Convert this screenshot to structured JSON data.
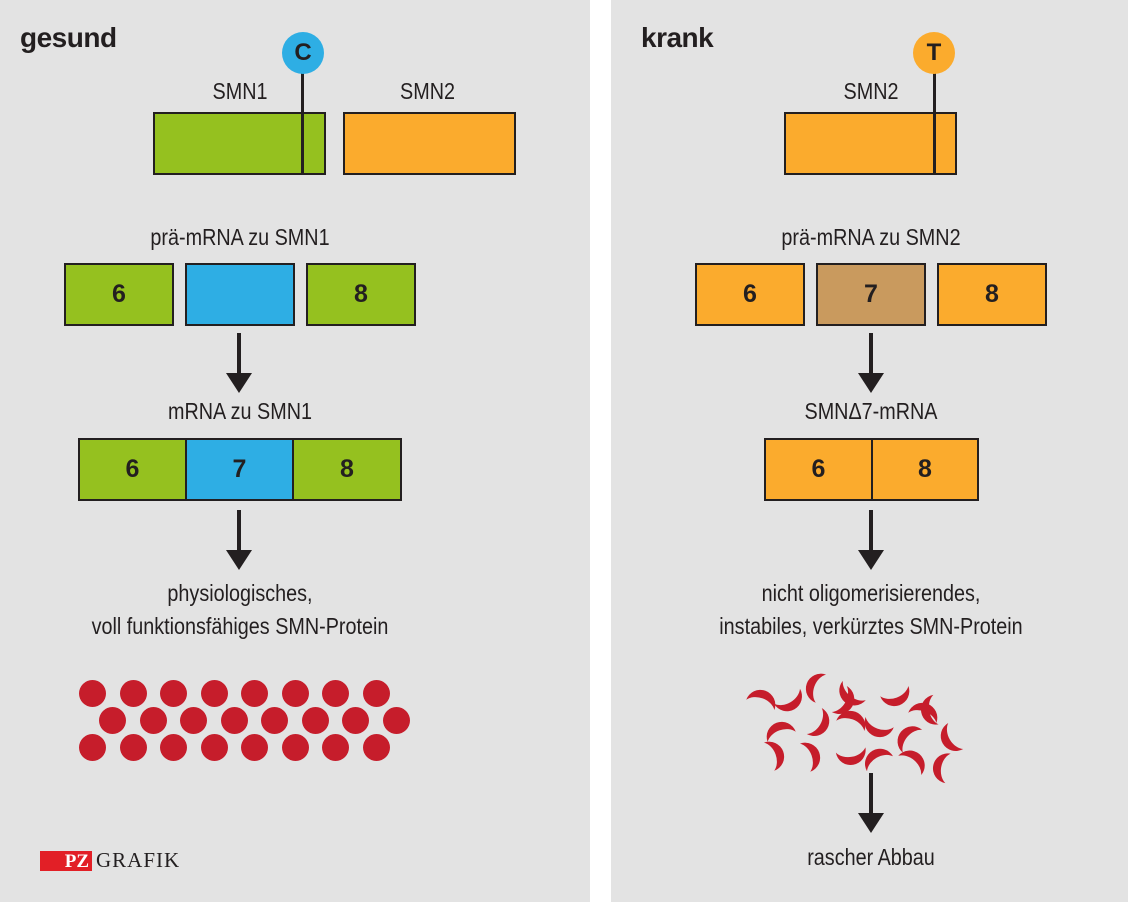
{
  "colors": {
    "background": "#e3e3e3",
    "divider": "#ffffff",
    "exon_smn1": "#95c11f",
    "exon_smn2": "#fbab2d",
    "exon7_smn1": "#2eaee4",
    "exon7_smn2": "#c99a5e",
    "protein": "#c61d2b",
    "text": "#231f20",
    "logo_red": "#e21f26"
  },
  "healthy": {
    "title": "gesund",
    "nucleotide": "C",
    "genes": [
      {
        "label": "SMN1",
        "color": "green",
        "has_marker": true
      },
      {
        "label": "SMN2",
        "color": "orange",
        "has_marker": false
      }
    ],
    "pre_mrna_label": "prä-mRNA zu SMN1",
    "pre_mrna_exons": [
      "6",
      "",
      "8"
    ],
    "mrna_label": "mRNA zu SMN1",
    "mrna_exons": [
      "6",
      "7",
      "8"
    ],
    "protein_label_line1": "physiologisches,",
    "protein_label_line2": "voll funktionsfähiges SMN-Protein",
    "protein_shape": "intact circles",
    "protein_count": 24
  },
  "diseased": {
    "title": "krank",
    "nucleotide": "T",
    "genes": [
      {
        "label": "SMN2",
        "color": "orange",
        "has_marker": true
      }
    ],
    "pre_mrna_label": "prä-mRNA zu SMN2",
    "pre_mrna_exons": [
      "6",
      "7",
      "8"
    ],
    "mrna_label": "SMNΔ7-mRNA",
    "mrna_exons": [
      "6",
      "8"
    ],
    "protein_label_line1": "nicht oligomerisierendes,",
    "protein_label_line2": "instabiles, verkürztes SMN-Protein",
    "protein_shape": "crescent fragments",
    "protein_count": 20,
    "fate_label": "rascher Abbau"
  },
  "logo": {
    "badge": "PZ",
    "text": "GRAFIK"
  },
  "icons": {
    "arrow": "arrow-down-icon",
    "nucleotide_marker": "pin-marker-icon"
  }
}
